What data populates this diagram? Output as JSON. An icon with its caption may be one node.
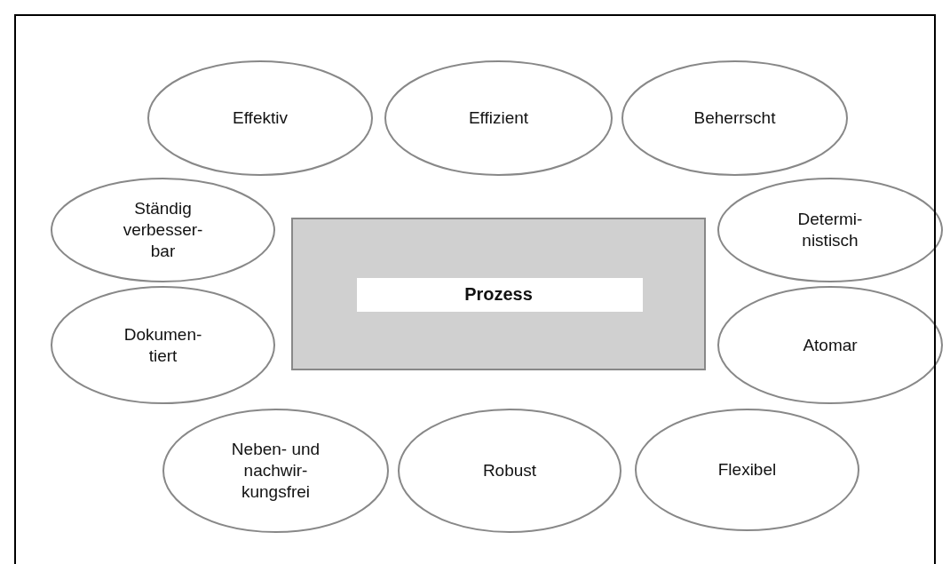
{
  "diagram": {
    "nodes": [
      {
        "text": [
          "Prozess"
        ]
      },
      {
        "text": [
          "Effektiv"
        ]
      },
      {
        "text": [
          "Effizient"
        ]
      },
      {
        "text": [
          "Beherrscht"
        ]
      },
      {
        "text": [
          "Ständig verbesser- bar"
        ]
      },
      {
        "text": [
          "Determi- nistisch"
        ]
      },
      {
        "text": [
          "Dokumen- tiert"
        ]
      },
      {
        "text": [
          "Atomar"
        ]
      },
      {
        "text": [
          "Neben- und nachwir- kungsfrei"
        ]
      },
      {
        "text": [
          "Robust"
        ]
      },
      {
        "text": [
          "Flexibel"
        ]
      }
    ]
  }
}
